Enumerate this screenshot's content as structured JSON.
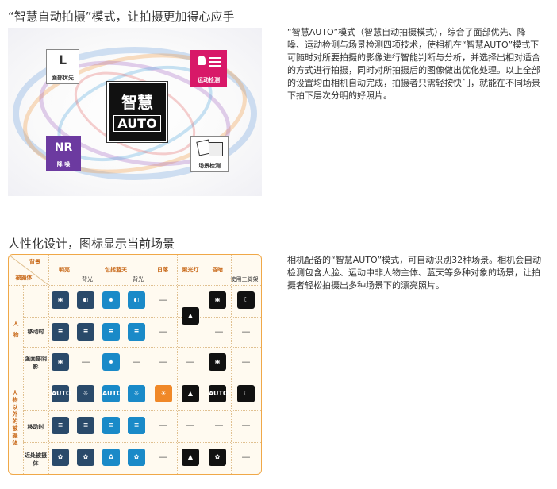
{
  "section1": {
    "heading": "“智慧自动拍摄”模式，让拍摄更加得心应手",
    "paragraph": "“智慧AUTO”模式（智慧自动拍摄模式），综合了面部优先、降噪、运动检测与场景检测四项技术，使相机在“智慧AUTO”模式下可随时对所要拍摄的影像进行智能判断与分析，并选择出相对适合的方式进行拍摄，同时对所拍摄后的图像做出优化处理。以上全部的设置均由相机自动完成，拍摄者只需轻按快门，就能在不同场景下拍下层次分明的好照片。",
    "graphic": {
      "face_label": "面部优先",
      "motion_label": "运动检测",
      "nr_text": "NR",
      "nr_label": "降 噪",
      "scene_label": "场景检测",
      "center_top": "智慧",
      "center_bottom": "AUTO"
    }
  },
  "section2": {
    "heading": "人性化设计，图标显示当前场景",
    "paragraph": "相机配备的“智慧AUTO”模式，可自动识别32种场景。相机会自动检测包含人脸、运动中非人物主体、蓝天等多种对象的场景，让拍摄者轻松拍摄出多种场景下的漂亮照片。",
    "table": {
      "corner_top": "背景",
      "corner_bottom": "被摄体",
      "col_headers": [
        "明亮",
        "包括蓝天",
        "日落",
        "聚光灯",
        "昏暗"
      ],
      "sub_headers": [
        "背光",
        "背光",
        "使用三脚架"
      ],
      "group_person": "人\n物",
      "group_other": "人物以外的被摄体",
      "row_labels": [
        "移动时",
        "强面部阴影",
        "移动时",
        "近处被摄体"
      ],
      "auto_text": "AUTO",
      "dash": "—"
    }
  }
}
